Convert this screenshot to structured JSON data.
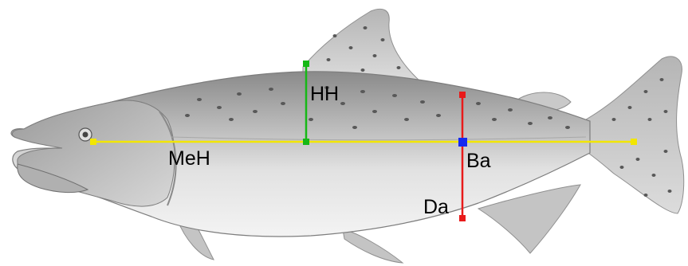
{
  "diagram": {
    "labels": {
      "hh": "HH",
      "meh": "MeH",
      "ba": "Ba",
      "da": "Da"
    },
    "colors": {
      "meh_line": "#f2e600",
      "hh_line": "#16b816",
      "da_line": "#e81a1a",
      "ba_marker": "#1428f0",
      "fish_body": "#cfcfcf",
      "fish_spots": "#555555"
    }
  }
}
